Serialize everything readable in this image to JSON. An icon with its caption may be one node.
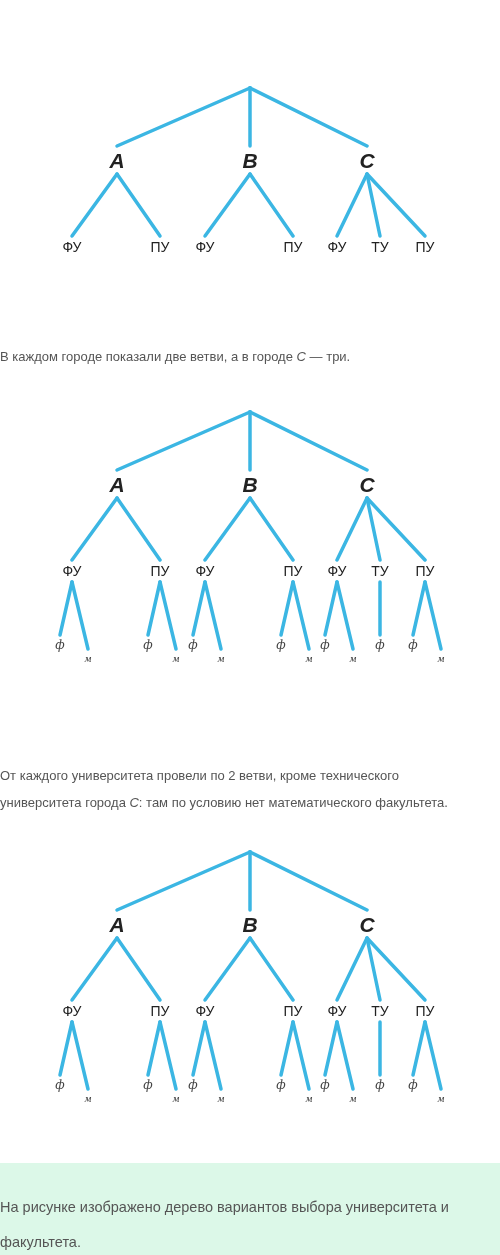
{
  "diagram": {
    "nodes": [
      {
        "text": [],
        "shape": "point"
      },
      {
        "text": [
          "A"
        ]
      },
      {
        "text": [
          "B"
        ]
      },
      {
        "text": [
          "C"
        ]
      },
      {
        "text": [
          "ФУ"
        ]
      },
      {
        "text": [
          "ПУ"
        ]
      },
      {
        "text": [
          "ФУ"
        ]
      },
      {
        "text": [
          "ПУ"
        ]
      },
      {
        "text": [
          "ФУ"
        ]
      },
      {
        "text": [
          "ТУ"
        ]
      },
      {
        "text": [
          "ПУ"
        ]
      },
      {
        "text": [],
        "shape": "point"
      },
      {
        "text": [
          "A"
        ]
      },
      {
        "text": [
          "B"
        ]
      },
      {
        "text": [
          "C"
        ]
      },
      {
        "text": [
          "ФУ"
        ]
      },
      {
        "text": [
          "ПУ"
        ]
      },
      {
        "text": [
          "ФУ"
        ]
      },
      {
        "text": [
          "ПУ"
        ]
      },
      {
        "text": [
          "ФУ"
        ]
      },
      {
        "text": [
          "ТУ"
        ]
      },
      {
        "text": [
          "ПУ"
        ]
      },
      {
        "text": [
          "ф"
        ]
      },
      {
        "text": [
          "м"
        ]
      },
      {
        "text": [
          "ф"
        ]
      },
      {
        "text": [
          "м"
        ]
      },
      {
        "text": [
          "ф"
        ]
      },
      {
        "text": [
          "м"
        ]
      },
      {
        "text": [
          "ф"
        ]
      },
      {
        "text": [
          "м"
        ]
      },
      {
        "text": [
          "ф"
        ]
      },
      {
        "text": [
          "м"
        ]
      },
      {
        "text": [
          "ф"
        ]
      },
      {
        "text": [
          "ф"
        ]
      },
      {
        "text": [
          "м"
        ]
      },
      {
        "text": [],
        "shape": "point"
      },
      {
        "text": [
          "A"
        ]
      },
      {
        "text": [
          "B"
        ]
      },
      {
        "text": [
          "C"
        ]
      },
      {
        "text": [
          "ФУ"
        ]
      },
      {
        "text": [
          "ПУ"
        ]
      },
      {
        "text": [
          "ФУ"
        ]
      },
      {
        "text": [
          "ПУ"
        ]
      },
      {
        "text": [
          "ФУ"
        ]
      },
      {
        "text": [
          "ТУ"
        ]
      },
      {
        "text": [
          "ПУ"
        ]
      },
      {
        "text": [
          "ф"
        ]
      },
      {
        "text": [
          "м"
        ]
      },
      {
        "text": [
          "ф"
        ]
      },
      {
        "text": [
          "м"
        ]
      },
      {
        "text": [
          "ф"
        ]
      },
      {
        "text": [
          "м"
        ]
      },
      {
        "text": [
          "ф"
        ]
      },
      {
        "text": [
          "м"
        ]
      },
      {
        "text": [
          "ф"
        ]
      },
      {
        "text": [
          "м"
        ]
      },
      {
        "text": [
          "ф"
        ]
      },
      {
        "text": [
          "ф"
        ]
      },
      {
        "text": [
          "м"
        ]
      }
    ],
    "edges": [
      {
        "from": 0,
        "to": 1,
        "arrow": "none"
      },
      {
        "from": 0,
        "to": 2,
        "arrow": "none"
      },
      {
        "from": 0,
        "to": 3,
        "arrow": "none"
      },
      {
        "from": 1,
        "to": 4,
        "arrow": "none"
      },
      {
        "from": 1,
        "to": 5,
        "arrow": "none"
      },
      {
        "from": 2,
        "to": 6,
        "arrow": "none"
      },
      {
        "from": 2,
        "to": 7,
        "arrow": "none"
      },
      {
        "from": 3,
        "to": 8,
        "arrow": "none"
      },
      {
        "from": 3,
        "to": 9,
        "arrow": "none"
      },
      {
        "from": 3,
        "to": 10,
        "arrow": "none"
      },
      {
        "from": 11,
        "to": 12,
        "arrow": "none"
      },
      {
        "from": 11,
        "to": 13,
        "arrow": "none"
      },
      {
        "from": 11,
        "to": 14,
        "arrow": "none"
      },
      {
        "from": 12,
        "to": 15,
        "arrow": "none"
      },
      {
        "from": 12,
        "to": 16,
        "arrow": "none"
      },
      {
        "from": 13,
        "to": 17,
        "arrow": "none"
      },
      {
        "from": 13,
        "to": 18,
        "arrow": "none"
      },
      {
        "from": 14,
        "to": 19,
        "arrow": "none"
      },
      {
        "from": 14,
        "to": 20,
        "arrow": "none"
      },
      {
        "from": 14,
        "to": 21,
        "arrow": "none"
      },
      {
        "from": 15,
        "to": 22,
        "arrow": "none"
      },
      {
        "from": 15,
        "to": 23,
        "arrow": "none"
      },
      {
        "from": 16,
        "to": 24,
        "arrow": "none"
      },
      {
        "from": 16,
        "to": 25,
        "arrow": "none"
      },
      {
        "from": 17,
        "to": 26,
        "arrow": "none"
      },
      {
        "from": 17,
        "to": 27,
        "arrow": "none"
      },
      {
        "from": 18,
        "to": 28,
        "arrow": "none"
      },
      {
        "from": 18,
        "to": 29,
        "arrow": "none"
      },
      {
        "from": 19,
        "to": 30,
        "arrow": "none"
      },
      {
        "from": 19,
        "to": 31,
        "arrow": "none"
      },
      {
        "from": 20,
        "to": 32,
        "arrow": "none"
      },
      {
        "from": 21,
        "to": 33,
        "arrow": "none"
      },
      {
        "from": 21,
        "to": 34,
        "arrow": "none"
      },
      {
        "from": 35,
        "to": 36,
        "arrow": "none"
      },
      {
        "from": 35,
        "to": 37,
        "arrow": "none"
      },
      {
        "from": 35,
        "to": 38,
        "arrow": "none"
      },
      {
        "from": 36,
        "to": 39,
        "arrow": "none"
      },
      {
        "from": 36,
        "to": 40,
        "arrow": "none"
      },
      {
        "from": 37,
        "to": 41,
        "arrow": "none"
      },
      {
        "from": 37,
        "to": 42,
        "arrow": "none"
      },
      {
        "from": 38,
        "to": 43,
        "arrow": "none"
      },
      {
        "from": 38,
        "to": 44,
        "arrow": "none"
      },
      {
        "from": 38,
        "to": 45,
        "arrow": "none"
      },
      {
        "from": 39,
        "to": 46,
        "arrow": "none"
      },
      {
        "from": 39,
        "to": 47,
        "arrow": "none"
      },
      {
        "from": 40,
        "to": 48,
        "arrow": "none"
      },
      {
        "from": 40,
        "to": 49,
        "arrow": "none"
      },
      {
        "from": 41,
        "to": 50,
        "arrow": "none"
      },
      {
        "from": 41,
        "to": 51,
        "arrow": "none"
      },
      {
        "from": 42,
        "to": 52,
        "arrow": "none"
      },
      {
        "from": 42,
        "to": 53,
        "arrow": "none"
      },
      {
        "from": 43,
        "to": 54,
        "arrow": "none"
      },
      {
        "from": 43,
        "to": 55,
        "arrow": "none"
      },
      {
        "from": 44,
        "to": 56,
        "arrow": "none"
      },
      {
        "from": 45,
        "to": 57,
        "arrow": "none"
      },
      {
        "from": 45,
        "to": 58,
        "arrow": "none"
      }
    ],
    "labels": [
      "В каждом городе показали две ветви, а в городе *C* — три.",
      "От каждого университета провели по 2 ветви, кроме технического университета города *C*: там по условию нет математического факультета.",
      "На рисунке изображено дерево вариантов выбора университета и факультета."
    ]
  }
}
